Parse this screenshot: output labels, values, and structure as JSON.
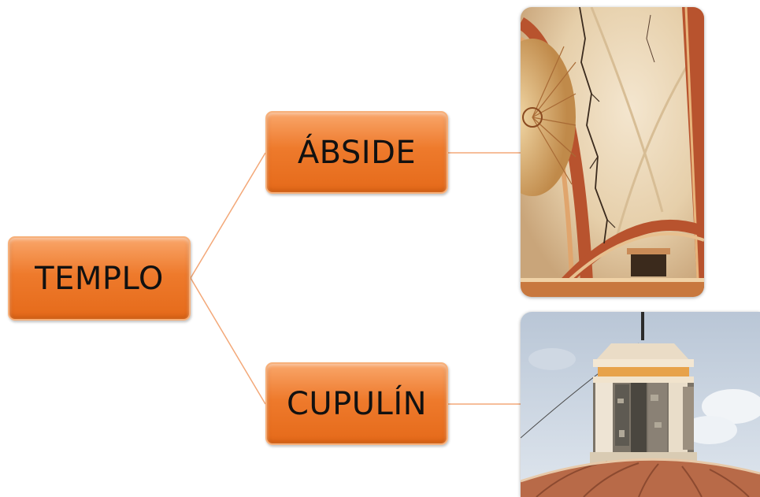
{
  "diagram": {
    "root": {
      "label": "TEMPLO"
    },
    "children": [
      {
        "label": "ÁBSIDE",
        "image": "cracked-vault-ceiling-photo"
      },
      {
        "label": "CUPULÍN",
        "image": "damaged-lantern-cupola-photo"
      }
    ]
  },
  "colors": {
    "node_fill": "#ee7a2c",
    "node_border": "#f7b07a",
    "connector": "#f3a878",
    "text": "#111111"
  }
}
